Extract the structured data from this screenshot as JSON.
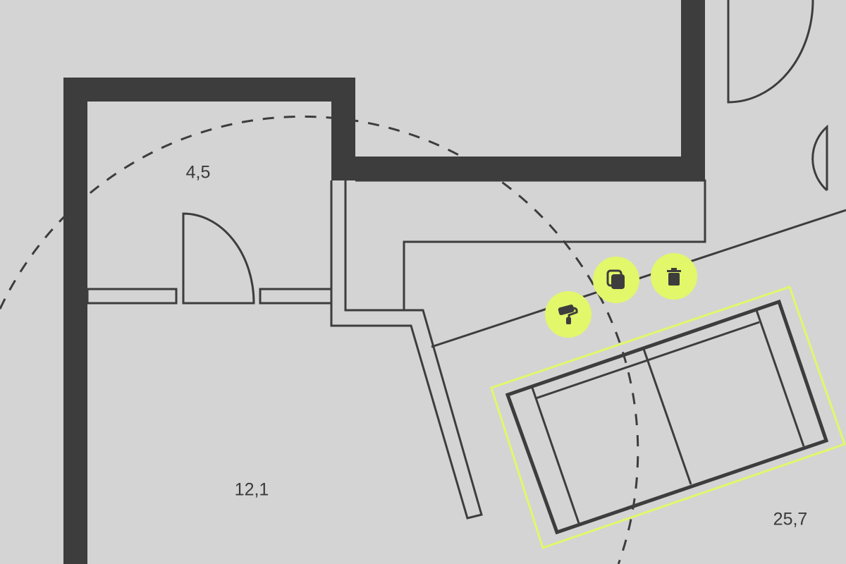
{
  "colors": {
    "background": "#d4d4d4",
    "wall": "#3d3d3d",
    "accent": "#e2f76a"
  },
  "rooms": [
    {
      "area_label": "4,5"
    },
    {
      "area_label": "12,1"
    },
    {
      "area_label": "25,7"
    }
  ],
  "selection_toolbar": [
    {
      "icon": "paint-roller-icon",
      "action": "paint"
    },
    {
      "icon": "duplicate-icon",
      "action": "duplicate"
    },
    {
      "icon": "trash-icon",
      "action": "delete"
    }
  ],
  "selected_object": "sofa"
}
